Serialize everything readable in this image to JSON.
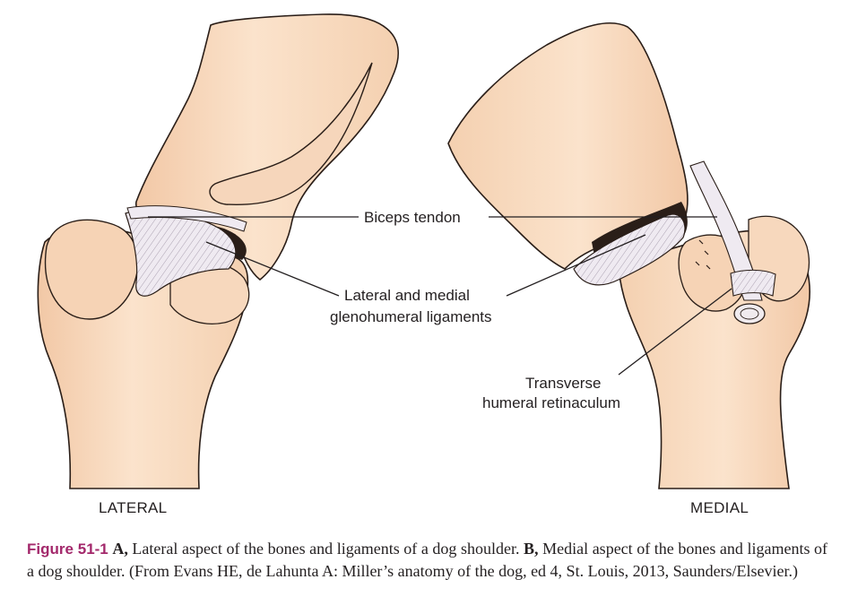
{
  "labels": {
    "biceps": "Biceps tendon",
    "gleno_line1": "Lateral and medial",
    "gleno_line2": "glenohumeral ligaments",
    "transverse_line1": "Transverse",
    "transverse_line2": "humeral retinaculum"
  },
  "aspects": {
    "lateral": "LATERAL",
    "medial": "MEDIAL"
  },
  "caption": {
    "figure_number": "Figure 51-1",
    "panel_a": "A,",
    "text_a": "Lateral aspect of the bones and ligaments of a dog shoulder.",
    "panel_b": "B,",
    "text_b": "Medial aspect of the bones and ligaments of a dog shoulder. (From Evans HE, de Lahunta A: Miller’s anatomy of the dog, ed 4, St. Louis, 2013, Saunders/Elsevier.)"
  },
  "colors": {
    "bone_fill": "#f8dcc2",
    "bone_shadow": "#eec3a0",
    "ligament_fill": "#eeeaf0",
    "outline": "#2a1e18",
    "caption_accent": "#a3286b"
  }
}
